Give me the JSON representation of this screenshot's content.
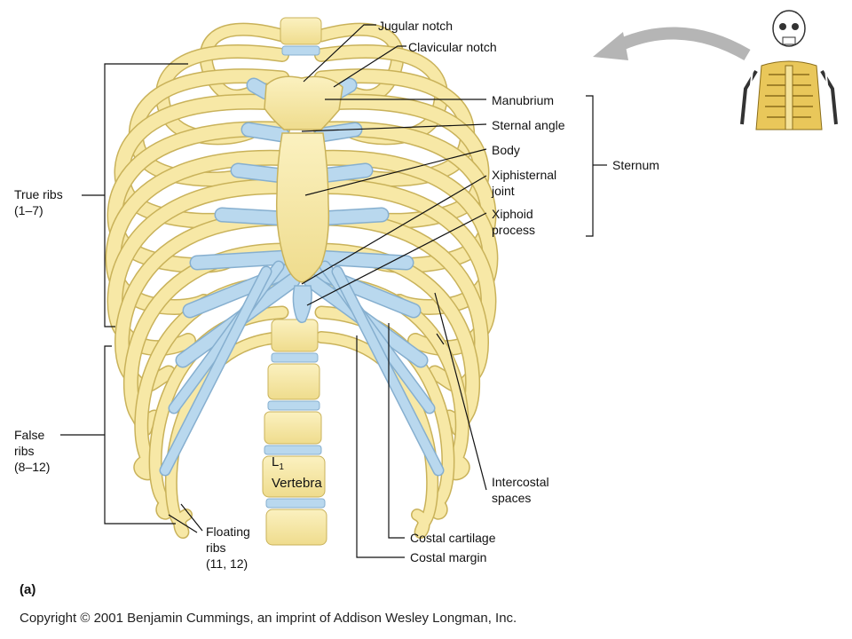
{
  "labels": {
    "jugular_notch": "Jugular notch",
    "clavicular_notch": "Clavicular notch",
    "manubrium": "Manubrium",
    "sternal_angle": "Sternal angle",
    "body": "Body",
    "xiphisternal_joint": [
      "Xiphisternal",
      "joint"
    ],
    "xiphoid_process": [
      "Xiphoid",
      "process"
    ],
    "sternum": "Sternum",
    "true_ribs": [
      "True ribs",
      "(1–7)"
    ],
    "false_ribs": [
      "False",
      "ribs",
      "(8–12)"
    ],
    "floating_ribs": [
      "Floating",
      "ribs",
      "(11, 12)"
    ],
    "vertebra": {
      "letter": "L",
      "sub": "1",
      "word": "Vertebra"
    },
    "intercostal_spaces": [
      "Intercostal",
      "spaces"
    ],
    "costal_cartilage": "Costal cartilage",
    "costal_margin": "Costal margin"
  },
  "figure_caption": "(a)",
  "copyright": "Copyright © 2001 Benjamin Cummings, an imprint of Addison Wesley Longman, Inc.",
  "colors": {
    "bone": "#f7e8a6",
    "bone_outline": "#c9b25a",
    "cartilage": "#b9d8ee",
    "cartilage_outline": "#86afcf",
    "leader": "#111111",
    "arrow": "#b5b5b5"
  },
  "icons": {
    "thumbnail": "skeleton-thumbnail-icon",
    "pointer": "curved-arrow-icon"
  }
}
